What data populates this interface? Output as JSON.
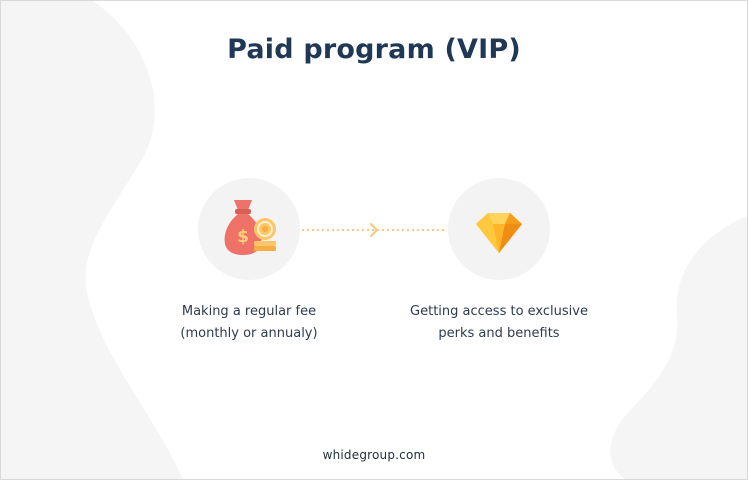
{
  "title": "Paid program (VIP)",
  "steps": [
    {
      "icon": "money-bag-coins-icon",
      "caption_lines": [
        "Making a regular fee",
        "(monthly or annualy)"
      ]
    },
    {
      "icon": "diamond-icon",
      "caption_lines": [
        "Getting access to exclusive",
        "perks and benefits"
      ]
    }
  ],
  "connector": {
    "icon": "arrow-right-icon"
  },
  "footer": "whidegroup.com",
  "colors": {
    "title": "#1f3856",
    "text": "#2e3b4e",
    "circle_bg": "#f3f3f3",
    "bag": "#ee7268",
    "coin": "#ffc568",
    "diamond": "#ffb429",
    "connector": "#f3c98a"
  }
}
